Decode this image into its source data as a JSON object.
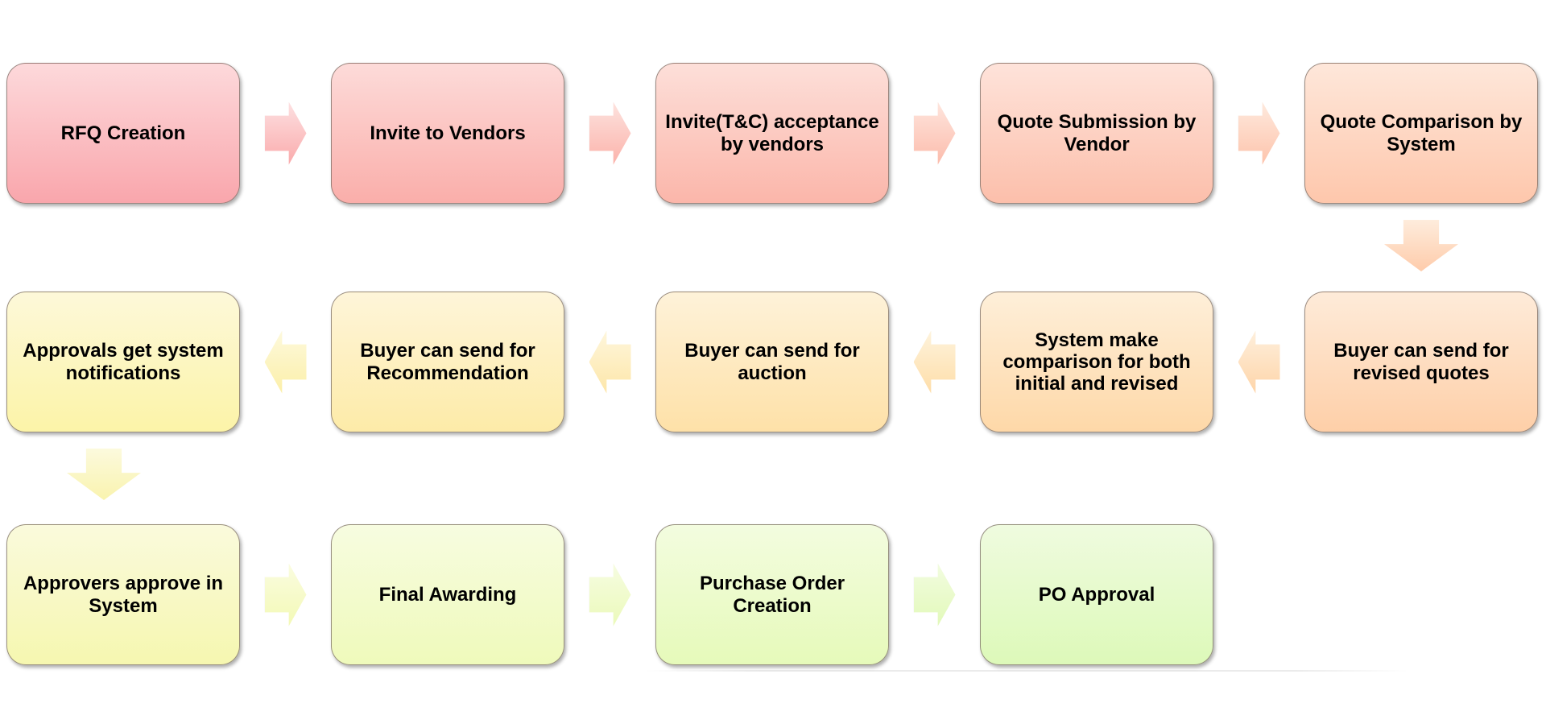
{
  "flowchart": {
    "background": "#FFFFFF",
    "text_color": "#000000",
    "nodes": [
      {
        "id": "rfq-creation",
        "label": "RFQ Creation",
        "row": 0,
        "col": 0,
        "fill_top": "#FDD9DB",
        "fill_bottom": "#F9A6AC"
      },
      {
        "id": "invite-to-vendors",
        "label": "Invite to Vendors",
        "row": 0,
        "col": 1,
        "fill_top": "#FDDBD9",
        "fill_bottom": "#FAAEAA"
      },
      {
        "id": "invite-tc-acceptance",
        "label": "Invite(T&C) acceptance  by vendors",
        "row": 0,
        "col": 2,
        "fill_top": "#FDDFD9",
        "fill_bottom": "#FBB6AA"
      },
      {
        "id": "quote-submission",
        "label": "Quote Submission by Vendor",
        "row": 0,
        "col": 3,
        "fill_top": "#FEE3DA",
        "fill_bottom": "#FCBFAB"
      },
      {
        "id": "quote-comparison",
        "label": "Quote Comparison by System",
        "row": 0,
        "col": 4,
        "fill_top": "#FEE7DA",
        "fill_bottom": "#FEC7AC"
      },
      {
        "id": "revised-quotes",
        "label": "Buyer can send for revised quotes",
        "row": 1,
        "col": 4,
        "fill_top": "#FEEBD9",
        "fill_bottom": "#FECFA8"
      },
      {
        "id": "system-comparison",
        "label": "System make comparison for both initial and revised",
        "row": 1,
        "col": 3,
        "fill_top": "#FEEFD9",
        "fill_bottom": "#FED8A8"
      },
      {
        "id": "send-for-auction",
        "label": "Buyer can send for auction",
        "row": 1,
        "col": 2,
        "fill_top": "#FEF2D9",
        "fill_bottom": "#FEE1A8"
      },
      {
        "id": "send-for-recommendation",
        "label": "Buyer can send for Recommendation",
        "row": 1,
        "col": 1,
        "fill_top": "#FEF5D9",
        "fill_bottom": "#FDEBA8"
      },
      {
        "id": "approvals-notifications",
        "label": "Approvals get system notifications",
        "row": 1,
        "col": 0,
        "fill_top": "#FDF8D9",
        "fill_bottom": "#FCF4A8"
      },
      {
        "id": "approvers-approve",
        "label": "Approvers approve in System",
        "row": 2,
        "col": 0,
        "fill_top": "#FAFADC",
        "fill_bottom": "#F6F7B0"
      },
      {
        "id": "final-awarding",
        "label": "Final Awarding",
        "row": 2,
        "col": 1,
        "fill_top": "#F7FCE0",
        "fill_bottom": "#EFFABB"
      },
      {
        "id": "purchase-order-creation",
        "label": "Purchase Order Creation",
        "row": 2,
        "col": 2,
        "fill_top": "#F3FCDF",
        "fill_bottom": "#E6FABA"
      },
      {
        "id": "po-approval",
        "label": "PO Approval",
        "row": 2,
        "col": 3,
        "fill_top": "#EFFBDF",
        "fill_bottom": "#DDF9B9"
      }
    ],
    "arrows": [
      {
        "dir": "right",
        "row": 0,
        "gap": 0,
        "fill_top": "#FDE0E1",
        "fill_bottom": "#FAAAAB"
      },
      {
        "dir": "right",
        "row": 0,
        "gap": 1,
        "fill_top": "#FDE2DE",
        "fill_bottom": "#FBB2AA"
      },
      {
        "dir": "right",
        "row": 0,
        "gap": 2,
        "fill_top": "#FEE5DD",
        "fill_bottom": "#FCBBAB"
      },
      {
        "dir": "right",
        "row": 0,
        "gap": 3,
        "fill_top": "#FEE9DD",
        "fill_bottom": "#FDC3AB"
      },
      {
        "dir": "down",
        "row": 0,
        "col": 4,
        "fill_top": "#FEECDC",
        "fill_bottom": "#FECBAA"
      },
      {
        "dir": "left",
        "row": 1,
        "gap": 3,
        "fill_top": "#FEEFDC",
        "fill_bottom": "#FED4A8"
      },
      {
        "dir": "left",
        "row": 1,
        "gap": 2,
        "fill_top": "#FEF3DC",
        "fill_bottom": "#FEDDA8"
      },
      {
        "dir": "left",
        "row": 1,
        "gap": 1,
        "fill_top": "#FEF6DC",
        "fill_bottom": "#FDE6A8"
      },
      {
        "dir": "left",
        "row": 1,
        "gap": 0,
        "fill_top": "#FDF9DC",
        "fill_bottom": "#FCEFA8"
      },
      {
        "dir": "down",
        "row": 1,
        "col": 0,
        "fill_top": "#FCFADD",
        "fill_bottom": "#F9F3AE"
      },
      {
        "dir": "right",
        "row": 2,
        "gap": 0,
        "fill_top": "#FAFCE0",
        "fill_bottom": "#F3F9B5"
      },
      {
        "dir": "right",
        "row": 2,
        "gap": 1,
        "fill_top": "#F6FCE1",
        "fill_bottom": "#EBFABA"
      },
      {
        "dir": "right",
        "row": 2,
        "gap": 2,
        "fill_top": "#F2FCE0",
        "fill_bottom": "#E2F9B9"
      }
    ]
  }
}
